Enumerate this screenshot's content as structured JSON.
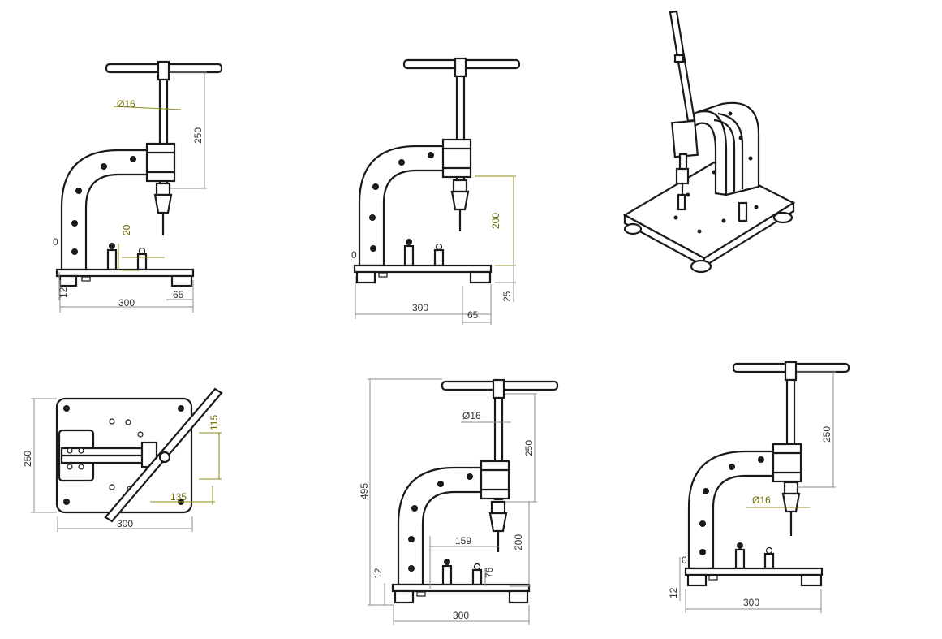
{
  "drawing": {
    "line_color": "#1a1a1a",
    "dim_color": "#8c8c8c",
    "dim_accent_color": "#8d8d1a",
    "views": [
      {
        "name": "front-left",
        "dims": {
          "diameter": "Ø16",
          "handle_height": "250",
          "stroke": "20",
          "zero": "0",
          "base_thickness": "12",
          "base_width": "300",
          "foot_width": "65"
        }
      },
      {
        "name": "front-middle",
        "dims": {
          "throat_height": "200",
          "zero": "0",
          "base_width": "300",
          "foot_width": "65",
          "foot_height": "25"
        }
      },
      {
        "name": "isometric",
        "dims": {}
      },
      {
        "name": "top",
        "dims": {
          "depth": "250",
          "width": "300",
          "offset_y": "115",
          "offset_x": "135"
        }
      },
      {
        "name": "front-bottom",
        "dims": {
          "overall_height": "495",
          "diameter": "Ø16",
          "handle_height": "250",
          "throat_depth": "159",
          "throat_height": "200",
          "post_height": "76",
          "base_thickness": "12",
          "base_width": "300"
        }
      },
      {
        "name": "front-right",
        "dims": {
          "handle_height": "250",
          "diameter": "Ø16",
          "zero": "0",
          "base_thickness": "12",
          "base_width": "300"
        }
      }
    ]
  }
}
